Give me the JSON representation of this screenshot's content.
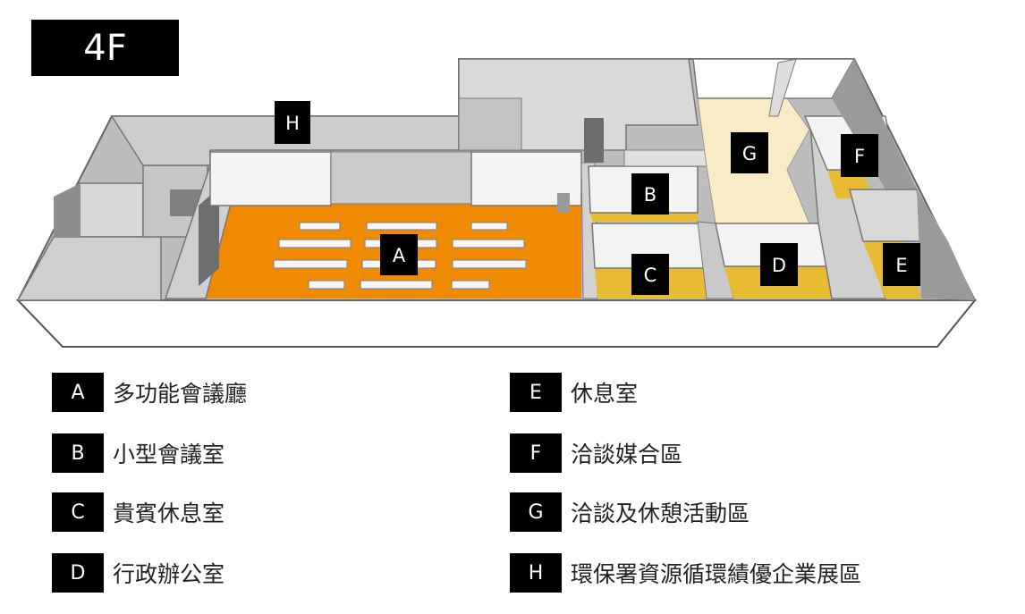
{
  "floor": {
    "label": "4F"
  },
  "map_badges": {
    "A": "A",
    "B": "B",
    "C": "C",
    "D": "D",
    "E": "E",
    "F": "F",
    "G": "G",
    "H": "H"
  },
  "colors": {
    "hall_orange": "#f08a00",
    "room_yellow": "#e8bc32",
    "lounge_cream": "#faebc7",
    "wall_light": "#d9d9d9",
    "wall_mid": "#bcbcbc",
    "wall_dark": "#8f8f8f",
    "badge": "#000000"
  },
  "legend": [
    {
      "key": "A",
      "label": "多功能會議廳"
    },
    {
      "key": "B",
      "label": "小型會議室"
    },
    {
      "key": "C",
      "label": "貴賓休息室"
    },
    {
      "key": "D",
      "label": "行政辦公室"
    },
    {
      "key": "E",
      "label": "休息室"
    },
    {
      "key": "F",
      "label": "洽談媒合區"
    },
    {
      "key": "G",
      "label": "洽談及休憩活動區"
    },
    {
      "key": "H",
      "label": "環保署資源循環績優企業展區"
    }
  ]
}
